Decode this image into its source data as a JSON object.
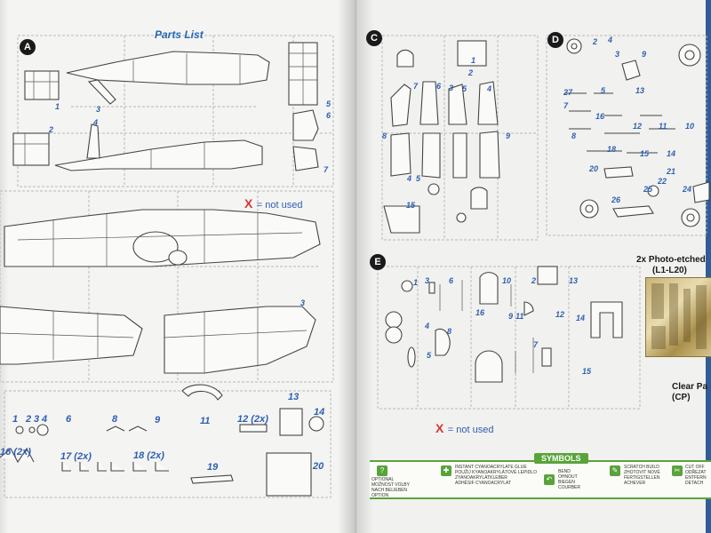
{
  "left_page": {
    "title": "Parts List",
    "sections": {
      "a": "A"
    },
    "part_numbers": {
      "n1": "1",
      "n2": "2",
      "n3": "3",
      "n4": "4",
      "n5": "5",
      "n6": "6",
      "n7": "7",
      "w3": "3",
      "p1": "1",
      "p2": "2",
      "p3": "3",
      "p4": "4",
      "p6": "6",
      "p8": "8",
      "p9": "9",
      "p11": "11",
      "p12": "12 (2x)",
      "p13": "13",
      "p14": "14",
      "p16": "16 (2x)",
      "p17": "17 (2x)",
      "p18": "18 (2x)",
      "p19": "19",
      "p20": "20"
    },
    "legend": {
      "mark": "X",
      "text": "= not used"
    }
  },
  "right_page": {
    "sections": {
      "c": "C",
      "d": "D",
      "e": "E"
    },
    "c_numbers": {
      "c1": "1",
      "c2": "2",
      "c3": "3",
      "c4": "4",
      "c5": "5",
      "c6": "6",
      "c7": "7",
      "c8": "8",
      "c9": "9",
      "c4b": "4",
      "c5b": "5",
      "c15": "15"
    },
    "d_numbers": {
      "d2": "2",
      "d3": "3",
      "d4": "4",
      "d5": "5",
      "d7": "7",
      "d8": "8",
      "d9": "9",
      "d10": "10",
      "d11": "11",
      "d12": "12",
      "d13": "13",
      "d16": "16",
      "d18": "18",
      "d20": "20",
      "d21": "21",
      "d22": "22",
      "d24": "24",
      "d25": "25",
      "d26": "26",
      "d27": "27",
      "d15": "15",
      "d14": "14"
    },
    "e_numbers": {
      "e1": "1",
      "e2": "2",
      "e3": "3",
      "e4": "4",
      "e5": "5",
      "e6": "6",
      "e7": "7",
      "e8": "8",
      "e9": "9",
      "e10": "10",
      "e11": "11",
      "e12": "12",
      "e13": "13",
      "e14": "14",
      "e15": "15",
      "e16": "16"
    },
    "legend": {
      "mark": "X",
      "text": "= not used"
    },
    "photo_etched": {
      "title": "2x Photo-etched",
      "range": "(L1-L20)"
    },
    "clear_parts": {
      "title": "Clear Pa",
      "code": "(CP)"
    },
    "symbols": {
      "header": "SYMBOLS",
      "items": [
        {
          "icon": "?",
          "text": "OPTIONAL\nMOŽNOST VOLBY\nNACH BELIEBEN\nOPTION"
        },
        {
          "icon": "✚",
          "text": "INSTANT CYANOACRYLATE GLUE\nPOUŽIJ KYANOAKRYLÁTOVÉ LEPIDLO\nZYANOAKRYLATKLEBER\nADHÉSIF CYANOACRYLAT"
        },
        {
          "icon": "↶",
          "text": "BEND\nOHNOUT\nBIEGEN\nCOURBER"
        },
        {
          "icon": "✎",
          "text": "SCRATCH BUILD\nZHOTOVIT NOVÉ\nFERTIGSTELLEN\nACHEVER"
        },
        {
          "icon": "✂",
          "text": "CUT OFF\nODŘEZAT\nENTFERN\nDÉTACH"
        }
      ]
    }
  }
}
